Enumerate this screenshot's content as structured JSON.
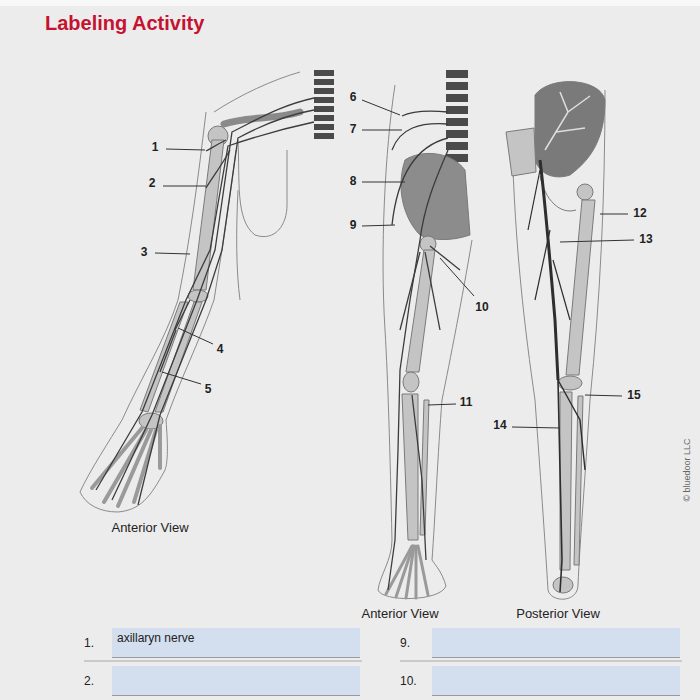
{
  "diagram": {
    "title": "Labeling Activity",
    "nodes": [
      {
        "text": [
          "1.",
          "axillaryn nerve"
        ]
      },
      {
        "text": [
          "9."
        ]
      },
      {
        "text": [
          "2."
        ]
      },
      {
        "text": [
          "10."
        ]
      }
    ],
    "labels": [
      "1",
      "2",
      "3",
      "4",
      "5",
      "6",
      "7",
      "8",
      "9",
      "10",
      "11",
      "12",
      "13",
      "14",
      "15",
      "Anterior View",
      "Anterior View",
      "Posterior View",
      "© bluedoor LLC"
    ]
  }
}
